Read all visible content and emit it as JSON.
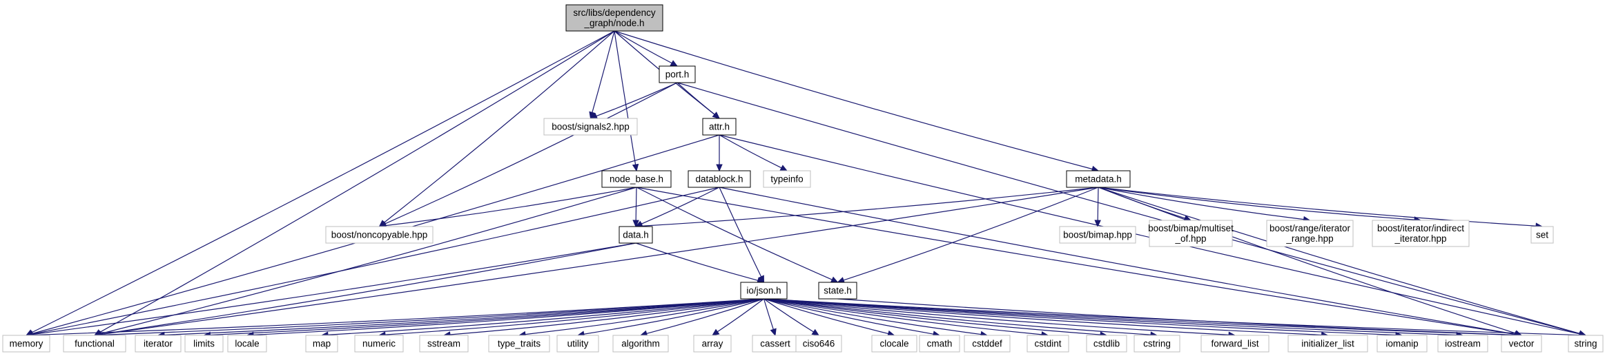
{
  "graph": {
    "title": "",
    "colors": {
      "edge": "#191970",
      "root_fill": "#bfbfbf",
      "external_border": "#bfbfbf",
      "internal_border": "#000000"
    },
    "nodes": [
      {
        "id": "node_h",
        "kind": "root",
        "lines": [
          "src/libs/dependency",
          "_graph/node.h"
        ]
      },
      {
        "id": "port_h",
        "kind": "int",
        "lines": [
          "port.h"
        ]
      },
      {
        "id": "boost_signals2",
        "kind": "ext",
        "lines": [
          "boost/signals2.hpp"
        ]
      },
      {
        "id": "attr_h",
        "kind": "int",
        "lines": [
          "attr.h"
        ]
      },
      {
        "id": "node_base_h",
        "kind": "int",
        "lines": [
          "node_base.h"
        ]
      },
      {
        "id": "datablock_h",
        "kind": "int",
        "lines": [
          "datablock.h"
        ]
      },
      {
        "id": "typeinfo",
        "kind": "ext",
        "lines": [
          "typeinfo"
        ]
      },
      {
        "id": "metadata_h",
        "kind": "int",
        "lines": [
          "metadata.h"
        ]
      },
      {
        "id": "boost_noncopyable",
        "kind": "ext",
        "lines": [
          "boost/noncopyable.hpp"
        ]
      },
      {
        "id": "data_h",
        "kind": "int",
        "lines": [
          "data.h"
        ]
      },
      {
        "id": "boost_bimap",
        "kind": "ext",
        "lines": [
          "boost/bimap.hpp"
        ]
      },
      {
        "id": "boost_multiset_of",
        "kind": "ext",
        "lines": [
          "boost/bimap/multiset",
          "_of.hpp"
        ]
      },
      {
        "id": "boost_iterator_range",
        "kind": "ext",
        "lines": [
          "boost/range/iterator",
          "_range.hpp"
        ]
      },
      {
        "id": "boost_indirect_iterator",
        "kind": "ext",
        "lines": [
          "boost/iterator/indirect",
          "_iterator.hpp"
        ]
      },
      {
        "id": "set",
        "kind": "ext",
        "lines": [
          "set"
        ]
      },
      {
        "id": "state_h",
        "kind": "int",
        "lines": [
          "state.h"
        ]
      },
      {
        "id": "json_h",
        "kind": "int",
        "lines": [
          "io/json.h"
        ]
      },
      {
        "id": "memory",
        "kind": "ext",
        "lines": [
          "memory"
        ]
      },
      {
        "id": "functional",
        "kind": "ext",
        "lines": [
          "functional"
        ]
      },
      {
        "id": "iterator",
        "kind": "ext",
        "lines": [
          "iterator"
        ]
      },
      {
        "id": "limits",
        "kind": "ext",
        "lines": [
          "limits"
        ]
      },
      {
        "id": "locale",
        "kind": "ext",
        "lines": [
          "locale"
        ]
      },
      {
        "id": "map",
        "kind": "ext",
        "lines": [
          "map"
        ]
      },
      {
        "id": "numeric",
        "kind": "ext",
        "lines": [
          "numeric"
        ]
      },
      {
        "id": "sstream",
        "kind": "ext",
        "lines": [
          "sstream"
        ]
      },
      {
        "id": "type_traits",
        "kind": "ext",
        "lines": [
          "type_traits"
        ]
      },
      {
        "id": "utility",
        "kind": "ext",
        "lines": [
          "utility"
        ]
      },
      {
        "id": "algorithm",
        "kind": "ext",
        "lines": [
          "algorithm"
        ]
      },
      {
        "id": "array",
        "kind": "ext",
        "lines": [
          "array"
        ]
      },
      {
        "id": "cassert",
        "kind": "ext",
        "lines": [
          "cassert"
        ]
      },
      {
        "id": "ciso646",
        "kind": "ext",
        "lines": [
          "ciso646"
        ]
      },
      {
        "id": "clocale",
        "kind": "ext",
        "lines": [
          "clocale"
        ]
      },
      {
        "id": "cmath",
        "kind": "ext",
        "lines": [
          "cmath"
        ]
      },
      {
        "id": "cstddef",
        "kind": "ext",
        "lines": [
          "cstddef"
        ]
      },
      {
        "id": "cstdint",
        "kind": "ext",
        "lines": [
          "cstdint"
        ]
      },
      {
        "id": "cstdlib",
        "kind": "ext",
        "lines": [
          "cstdlib"
        ]
      },
      {
        "id": "cstring",
        "kind": "ext",
        "lines": [
          "cstring"
        ]
      },
      {
        "id": "forward_list",
        "kind": "ext",
        "lines": [
          "forward_list"
        ]
      },
      {
        "id": "initializer_list",
        "kind": "ext",
        "lines": [
          "initializer_list"
        ]
      },
      {
        "id": "iomanip",
        "kind": "ext",
        "lines": [
          "iomanip"
        ]
      },
      {
        "id": "iostream",
        "kind": "ext",
        "lines": [
          "iostream"
        ]
      },
      {
        "id": "vector",
        "kind": "ext",
        "lines": [
          "vector"
        ]
      },
      {
        "id": "string",
        "kind": "ext",
        "lines": [
          "string"
        ]
      }
    ],
    "edges": [
      [
        "node_h",
        "port_h"
      ],
      [
        "node_h",
        "boost_signals2"
      ],
      [
        "node_h",
        "attr_h"
      ],
      [
        "node_h",
        "node_base_h"
      ],
      [
        "node_h",
        "metadata_h"
      ],
      [
        "node_h",
        "boost_noncopyable"
      ],
      [
        "node_h",
        "memory"
      ],
      [
        "node_h",
        "functional"
      ],
      [
        "port_h",
        "boost_signals2"
      ],
      [
        "port_h",
        "attr_h"
      ],
      [
        "port_h",
        "boost_noncopyable"
      ],
      [
        "port_h",
        "string"
      ],
      [
        "attr_h",
        "datablock_h"
      ],
      [
        "attr_h",
        "typeinfo"
      ],
      [
        "attr_h",
        "memory"
      ],
      [
        "attr_h",
        "string"
      ],
      [
        "node_base_h",
        "boost_noncopyable"
      ],
      [
        "node_base_h",
        "data_h"
      ],
      [
        "node_base_h",
        "state_h"
      ],
      [
        "node_base_h",
        "functional"
      ],
      [
        "node_base_h",
        "vector"
      ],
      [
        "datablock_h",
        "data_h"
      ],
      [
        "datablock_h",
        "json_h"
      ],
      [
        "datablock_h",
        "memory"
      ],
      [
        "datablock_h",
        "vector"
      ],
      [
        "metadata_h",
        "data_h"
      ],
      [
        "metadata_h",
        "state_h"
      ],
      [
        "metadata_h",
        "boost_bimap"
      ],
      [
        "metadata_h",
        "boost_multiset_of"
      ],
      [
        "metadata_h",
        "boost_iterator_range"
      ],
      [
        "metadata_h",
        "boost_indirect_iterator"
      ],
      [
        "metadata_h",
        "set"
      ],
      [
        "metadata_h",
        "string"
      ],
      [
        "metadata_h",
        "functional"
      ],
      [
        "metadata_h",
        "vector"
      ],
      [
        "data_h",
        "json_h"
      ],
      [
        "data_h",
        "memory"
      ],
      [
        "data_h",
        "functional"
      ],
      [
        "state_h",
        "vector"
      ],
      [
        "json_h",
        "memory"
      ],
      [
        "json_h",
        "functional"
      ],
      [
        "json_h",
        "iterator"
      ],
      [
        "json_h",
        "limits"
      ],
      [
        "json_h",
        "locale"
      ],
      [
        "json_h",
        "map"
      ],
      [
        "json_h",
        "numeric"
      ],
      [
        "json_h",
        "sstream"
      ],
      [
        "json_h",
        "type_traits"
      ],
      [
        "json_h",
        "utility"
      ],
      [
        "json_h",
        "algorithm"
      ],
      [
        "json_h",
        "array"
      ],
      [
        "json_h",
        "cassert"
      ],
      [
        "json_h",
        "ciso646"
      ],
      [
        "json_h",
        "clocale"
      ],
      [
        "json_h",
        "cmath"
      ],
      [
        "json_h",
        "cstddef"
      ],
      [
        "json_h",
        "cstdint"
      ],
      [
        "json_h",
        "cstdlib"
      ],
      [
        "json_h",
        "cstring"
      ],
      [
        "json_h",
        "forward_list"
      ],
      [
        "json_h",
        "initializer_list"
      ],
      [
        "json_h",
        "iomanip"
      ],
      [
        "json_h",
        "iostream"
      ],
      [
        "json_h",
        "vector"
      ],
      [
        "json_h",
        "string"
      ]
    ]
  }
}
